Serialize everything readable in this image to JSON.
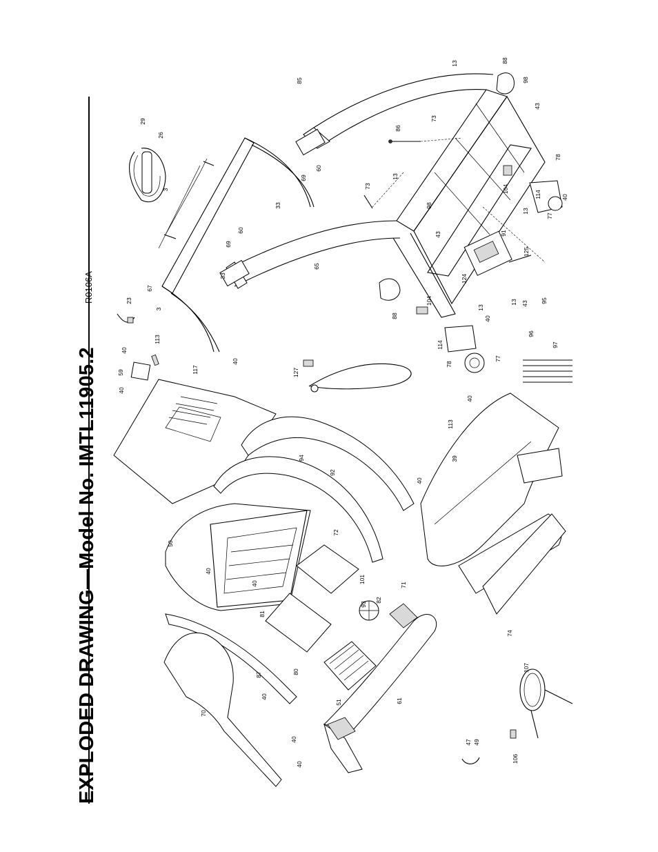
{
  "header": {
    "title": "EXPLODED DRAWING—Model No. IMTL11905.2",
    "drawing_code": "R0106A"
  },
  "part_labels": [
    "13",
    "88",
    "98",
    "43",
    "85",
    "29",
    "26",
    "73",
    "86",
    "13",
    "78",
    "104",
    "114",
    "40",
    "77",
    "13",
    "3",
    "33",
    "69",
    "60",
    "73",
    "98",
    "43",
    "91",
    "125",
    "60",
    "69",
    "124",
    "65",
    "88",
    "104",
    "13",
    "43",
    "95",
    "96",
    "13",
    "40",
    "3",
    "33",
    "23",
    "67",
    "114",
    "78",
    "77",
    "97",
    "113",
    "40",
    "59",
    "117",
    "40",
    "127",
    "40",
    "39",
    "113",
    "40",
    "94",
    "92",
    "40",
    "72",
    "50",
    "40",
    "101",
    "71",
    "82",
    "93",
    "81",
    "40",
    "80",
    "87",
    "40",
    "51",
    "74",
    "107",
    "47",
    "49",
    "106",
    "61",
    "70",
    "40",
    "40"
  ]
}
